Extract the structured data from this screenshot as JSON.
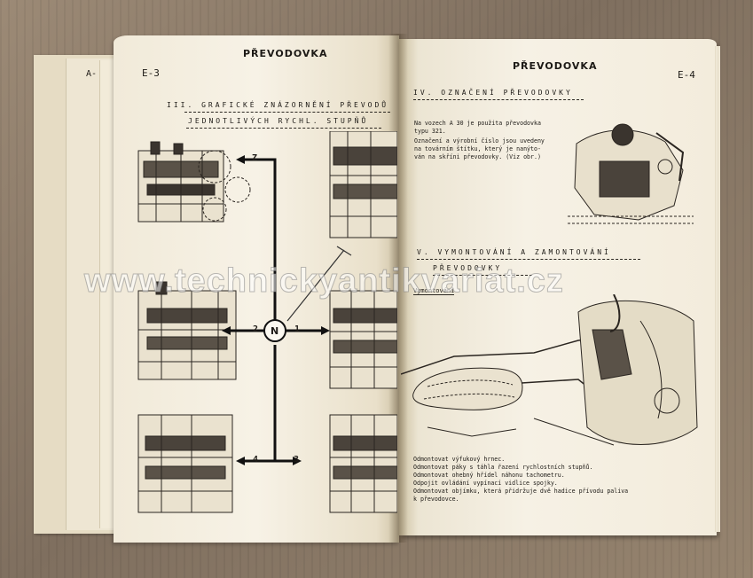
{
  "left_page": {
    "stack_label": "A-",
    "page_code": "E-3",
    "running_header": "PŘEVODOVKA",
    "heading_line1": "III. GRAFICKÉ ZNÁZORNĚNÍ PŘEVODŮ",
    "heading_line2": "JEDNOTLIVÝCH RYCHL. STUPŇŮ",
    "shift_labels": {
      "reverse": "Z",
      "neutral": "N",
      "first": "1",
      "second": "2",
      "third": "3",
      "fourth": "4"
    }
  },
  "right_page": {
    "running_header": "PŘEVODOVKA",
    "page_code": "E-4",
    "section4_heading": "IV. OZNAČENÍ PŘEVODOVKY",
    "section4_text": [
      "Na vozech A 30 je použita převodovka",
      "typu 321.",
      "Označení a výrobní číslo jsou uvedeny",
      "na továrním štítku, který je nanýto-",
      "ván na skříni převodovky. (Viz obr.)"
    ],
    "section5_heading_line1": "V. VYMONTOVÁNÍ A ZAMONTOVÁNÍ",
    "section5_heading_line2": "PŘEVODOVKY",
    "subheading": "Vymontování",
    "steps": [
      "Odmontovat výfukový hrnec.",
      "Odmontovat páky s táhla řazení rychlostních stupňů.",
      "Odmontovat ohebný hřídel náhonu tachometru.",
      "Odpojit ovládání vypínací vidlice spojky.",
      "Odmontovat objímku, která přidržuje dvě hadice přívodu paliva",
      "k převodovce."
    ]
  },
  "watermark": "www.technickyantikvariat.cz"
}
